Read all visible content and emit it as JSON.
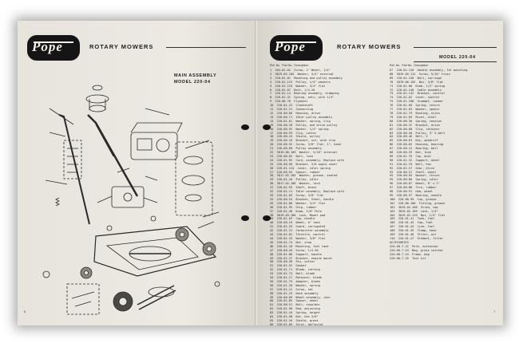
{
  "left_page": {
    "brand": "Pope",
    "section": "ROTARY MOWERS",
    "assembly_title": "MAIN ASSEMBLY",
    "model": "MODEL 220-04",
    "page_number": "6"
  },
  "right_page": {
    "brand": "Pope",
    "section": "ROTARY MOWERS",
    "model": "MODEL 220-04",
    "column_headers": [
      "Ref. No.",
      "Part No.",
      "Description"
    ],
    "page_number": "7",
    "parts_left": [
      "1  264-01-01  Screw, 1\" Wheel, 1/4\"",
      "2  3019-05-105  Washer, 3/4\" external",
      "3  220-01-01  Mounting and pulley assembly",
      "4  220-01-115  Pulley, 1/4\" washers",
      "5  220-01-125  Washer, 3/4\" flat",
      "6  220-01-07  Bolt, 1/4-20",
      "7  220-01-14  Bearing assembly, stamping",
      "8  220-01-31  Spring, anti, with 1/4\"",
      "9  220-00-70  Flywheel",
      "10  220-01-22  Crankshaft",
      "11  220-01-21  Connecting",
      "12  220-00-66  Housing, drive",
      "13  220-00-71  Idler pulley assembly",
      "14  220-01-61  Washer, spring, clip",
      "15  220-00-20  Pulley, and drive pulley",
      "16  220-00-92  Washer, 1/4\" spring",
      "17  220-00-93  Clip, cotter",
      "18  220-00-24  Shield, pulley",
      "19  220-00-16  Bracket, nut, with clip",
      "20  220-00-52  Screw, 3/8\" flat, 1\", head",
      "21  220-00-60  Pulley assembly",
      "22  3019-06-109  Washer, 5/16\" internal",
      "23  220-00-82  Bolt, lock",
      "24  220-01-92  Cord, assembly, Replace with",
      "25  220-00-90  Bracket, 3/8 angle cover",
      "26  220-01-124  Lever, idler spring",
      "27  220-00-94  Spacer, rubber",
      "28  3017-02-105  Washer, grease, sealed",
      "29  220-01-20  Pulley, idler",
      "30  3017-02-106  Washer, lock",
      "31  220-01-93  Shaft, brace",
      "32  220-01-11  Idler assembly, Replace with",
      "33  220-01-05  Screw, 3/8\" flat",
      "34  220-00-54  Bracket, Steel, handle",
      "35  220-01-06  Washer, 3/4\" flat",
      "36  220-01-95  Grip, rubber",
      "37  220-01-48  Knob, 3/8\" Pole",
      "38  3019-03-106  Lock, Mower pad",
      "39  220-01-03  Cap, handle",
      "40  220-00-19  Wheel, 6\" lawn",
      "41  220-01-29  Guard, corrugated",
      "42  220-01-31  Carburetor assembly",
      "43  220-01-81  Throttle, control",
      "44  220-01-33  Washer, 3/8\" flat",
      "45  220-01-74  Nut, stop",
      "46  220-01-18  Mounting, fuel tank",
      "47  220-00-45  Screw, 1/4-20",
      "48  220-01-88  Support, handle",
      "49  220-01-37  Bracket, engine mount",
      "50  220-00-36  Pin, cotter",
      "51  220-01-52  Gasket",
      "52  220-01-71  Blade, cutting",
      "53  220-01-73  Bolt, blade",
      "54  220-01-17  Retainer, blade",
      "55  220-01-75  Adapter, blade",
      "56  220-01-28  Washer, spring",
      "57  220-01-12  Screw, set",
      "58  220-01-25  Deck assembly",
      "59  220-00-09  Wheel assembly, rear",
      "60  220-01-85  Spacer, wheel",
      "61  220-00-51  Bolt, shoulder",
      "62  220-01-90  Rod, adjusting",
      "63  220-01-10  Spring, height",
      "64  220-01-58  Nut, hex 3/8\"",
      "65  220-01-16  Shield, grass",
      "66  220-01-69  Strut, deflector"
    ],
    "parts_right": [
      "67  220-01-120  Handle assembly, for mounting",
      "68  3019-05-112  Screw, 5/16\" truss",
      "69  220-01-130  Bolt, carriage",
      "70  3019-06-102  Nut, 3/8\" flat",
      "71  220-01-80  Knob, 1/2\" spring",
      "72  220-01-140  Cable assembly",
      "73  220-01-142  Bracket, control",
      "74  220-01-62  Lever, control",
      "75  220-01-100  Grommet, rubber",
      "76  220-01-68  Spring, return",
      "77  220-01-64  Washer, spacer",
      "78  220-01-79  Bushing, nylon",
      "79  220-01-89  Rivet, steel",
      "80  220-00-30  Spring, tension",
      "81  220-00-37  Bracket, drive",
      "82  220-00-68  Clip, retainer",
      "83  220-00-40  Pulley, 3\" V-belt",
      "84  220-00-46  Belt, V",
      "85  220-00-63  Key, woodruff",
      "86  220-00-62  Housing, bearing",
      "87  220-00-41  Bearing, ball",
      "88  220-00-39  Nut, lock",
      "89  220-01-70  Cap, dust",
      "90  220-01-32  Support, wheel",
      "91  220-01-19  Bolt, hex",
      "92  220-01-57  Gear, drive",
      "93  220-00-57  Shaft, wheel",
      "94  220-00-83  Washer, thrust",
      "95  220-00-86  Spring, idler",
      "96  220-00-87  Wheel, 6\" x 2\"",
      "97  220-00-88  Tire, rubber",
      "98  220-00-91  Hub, wheel",
      "99  220-00-97  Bearing, needle",
      "100  220-00-99  Cup, grease",
      "101  220-00-100  Fitting, grease",
      "102  3019-02-108  Screw, cap",
      "103  3019-02-109  Lock, 1/4\"",
      "104  3019-02-110  Nut, 1/4\" flat",
      "105  220-01-41  Tank, fuel",
      "106  220-01-43  Cap, fuel",
      "107  220-01-44  Line, fuel",
      "108  220-01-45  Clamp, hose",
      "109  220-01-46  Filter, air",
      "110  220-01-47  Element, filter",
      "ACCESSORIES",
      "220-00-7.22  Pole, extension",
      "220-00-7.23  Bag, grass catcher",
      "220-00-7.24  Frame, bag",
      "220-00-7.25  Tool kit"
    ]
  }
}
